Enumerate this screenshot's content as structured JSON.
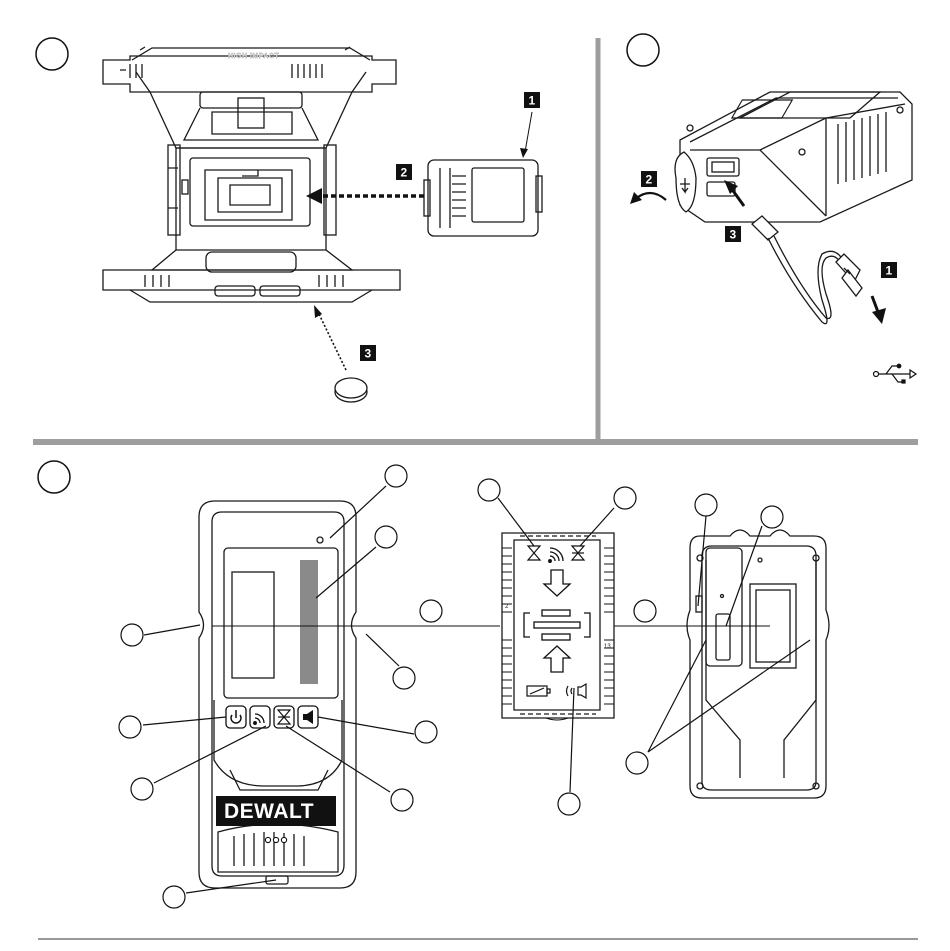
{
  "panels": {
    "top_left": {
      "battery_embossed_text": "HIGH IMPACT",
      "steps": [
        "1",
        "2",
        "3"
      ]
    },
    "top_right": {
      "steps": [
        "1",
        "2",
        "3"
      ],
      "usb_symbol": "usb-icon"
    },
    "bottom": {
      "brand_logo": "DEWALT",
      "logo_text": "DEWALT",
      "detector_scale": {
        "upper": "2",
        "lower": "13"
      },
      "icons": [
        "power-icon",
        "laser-signal-icon",
        "accuracy-icon",
        "speaker-icon",
        "battery-icon",
        "sound-icon",
        "down-arrow-icon",
        "up-arrow-icon"
      ]
    }
  },
  "colors": {
    "line": "#1a1a1a",
    "divider": "#9e9e9e",
    "detector_bar": "#8a8a8a",
    "step_box": "#111111"
  }
}
